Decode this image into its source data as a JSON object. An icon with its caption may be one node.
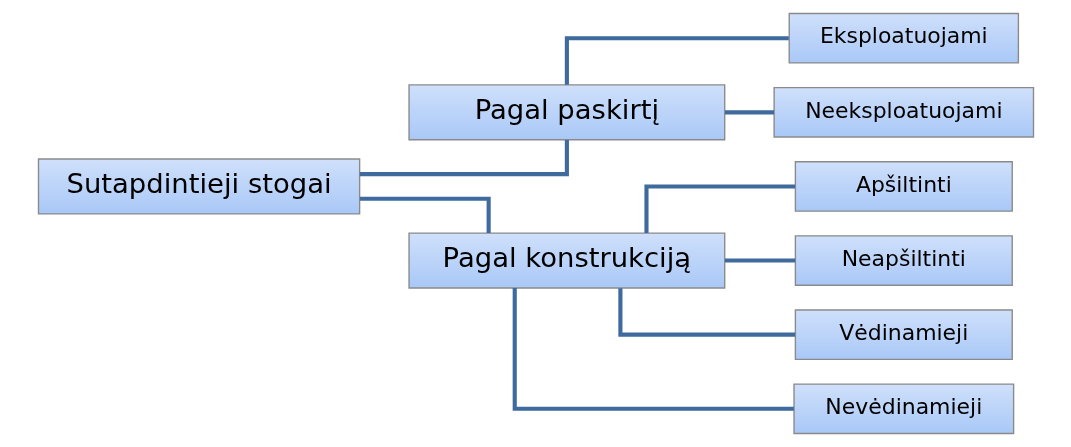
{
  "diagram": {
    "nodes": [
      {
        "text": [
          "Sutapdintieji stogai"
        ]
      },
      {
        "text": [
          "Pagal paskirtį"
        ]
      },
      {
        "text": [
          "Eksploatuojami"
        ]
      },
      {
        "text": [
          "Neeksploatuojami"
        ]
      },
      {
        "text": [
          "Pagal konstrukciją"
        ]
      },
      {
        "text": [
          "Apšiltinti"
        ]
      },
      {
        "text": [
          "Neapšiltinti"
        ]
      },
      {
        "text": [
          "Vėdinamieji"
        ]
      },
      {
        "text": [
          "Nevėdinamieji"
        ]
      }
    ],
    "edges": [
      {
        "from": 0,
        "to": 1,
        "arrow": "none"
      },
      {
        "from": 0,
        "to": 4,
        "arrow": "none"
      },
      {
        "from": 1,
        "to": 2,
        "arrow": "none"
      },
      {
        "from": 1,
        "to": 3,
        "arrow": "none"
      },
      {
        "from": 4,
        "to": 5,
        "arrow": "none"
      },
      {
        "from": 4,
        "to": 6,
        "arrow": "none"
      },
      {
        "from": 4,
        "to": 7,
        "arrow": "none"
      },
      {
        "from": 4,
        "to": 8,
        "arrow": "none"
      }
    ]
  }
}
